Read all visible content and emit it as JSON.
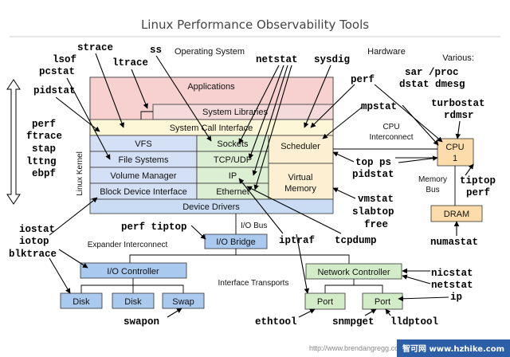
{
  "title": "Linux Performance Observability Tools",
  "sections": {
    "operating_system": "Operating System",
    "hardware": "Hardware",
    "various": "Various:",
    "linux_kernel": "Linux Kernel",
    "cpu_interconnect": "CPU Interconnect",
    "memory_bus": "Memory Bus",
    "io_bus": "I/O Bus",
    "expander_interconnect": "Expander Interconnect",
    "interface_transports": "Interface Transports"
  },
  "components": {
    "applications": "Applications",
    "system_libraries": "System Libraries",
    "system_call_interface": "System Call Interface",
    "vfs": "VFS",
    "file_systems": "File Systems",
    "volume_manager": "Volume Manager",
    "block_device_interface": "Block Device Interface",
    "sockets": "Sockets",
    "tcp_udp": "TCP/UDP",
    "ip": "IP",
    "ethernet": "Ethernet",
    "scheduler": "Scheduler",
    "virtual_memory": "Virtual Memory",
    "device_drivers": "Device Drivers",
    "cpu": "CPU",
    "cpu_count": "1",
    "dram": "DRAM",
    "io_bridge": "I/O Bridge",
    "io_controller": "I/O Controller",
    "disk_1": "Disk",
    "disk_2": "Disk",
    "swap": "Swap",
    "network_controller": "Network Controller",
    "port_1": "Port",
    "port_2": "Port"
  },
  "tools": {
    "strace": "strace",
    "ss": "ss",
    "lsof": "lsof",
    "pcstat": "pcstat",
    "ltrace": "ltrace",
    "pidstat_left": "pidstat",
    "perf_left": "perf",
    "ftrace": "ftrace",
    "stap": "stap",
    "lttng": "lttng",
    "ebpf": "ebpf",
    "netstat": "netstat",
    "sysdig": "sysdig",
    "perf_top": "perf",
    "mpstat": "mpstat",
    "sar_proc": "sar /proc",
    "dstat_dmesg": "dstat dmesg",
    "turbostat": "turbostat",
    "rdmsr": "rdmsr",
    "top_ps": "top ps",
    "pidstat_right": "pidstat",
    "tiptop": "tiptop",
    "perf_right": "perf",
    "vmstat": "vmstat",
    "slabtop": "slabtop",
    "free": "free",
    "numastat": "numastat",
    "perf_tiptop": "perf tiptop",
    "iptraf": "iptraf",
    "tcpdump": "tcpdump",
    "iostat": "iostat",
    "iotop": "iotop",
    "blktrace": "blktrace",
    "swapon": "swapon",
    "nicstat": "nicstat",
    "netstat_right": "netstat",
    "ip": "ip",
    "ethtool": "ethtool",
    "snmpget": "snmpget",
    "lldptool": "lldptool"
  },
  "footer": "http://www.brendangregg.com",
  "watermark": "智可网 www.hzhike.com",
  "colors": {
    "applications": "#f7d0d0",
    "system_libraries": "#f4dada",
    "system_call_interface": "#fdf7d7",
    "storage_stack": "#d4e0f6",
    "network_stack": "#dcefd3",
    "scheduler_vm": "#fdf0d2",
    "device_drivers": "#c9dcf3",
    "cpu_dram": "#fbdcaa",
    "io_bridge": "#a9c9ee",
    "controllers": "#a9c9ee",
    "network_hw": "#d3ecc8"
  }
}
